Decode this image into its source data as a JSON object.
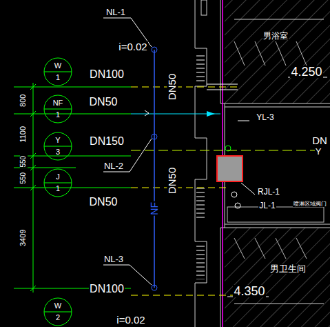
{
  "diagram": {
    "nodes": [
      {
        "text": [
          "W",
          "1"
        ]
      },
      {
        "text": [
          "NF",
          "1"
        ]
      },
      {
        "text": [
          "Y",
          "3"
        ]
      },
      {
        "text": [
          "J",
          "1"
        ]
      },
      {
        "text": [
          "W",
          "2"
        ]
      }
    ],
    "labels": [
      "NL-1",
      "i=0.02",
      "DN100",
      "DN50",
      "DN150",
      "NL-2",
      "DN50",
      "NL-3",
      "DN100",
      "i=0.02",
      "DN50",
      "DN50",
      "NF",
      "800",
      "1100",
      "550",
      "550",
      "3409",
      "男浴室",
      "4.250",
      "YL-3",
      "DN",
      "Y",
      "RJL-1",
      "JL-1",
      "喷淋区域阀门",
      "男卫生间",
      "4.350"
    ]
  }
}
